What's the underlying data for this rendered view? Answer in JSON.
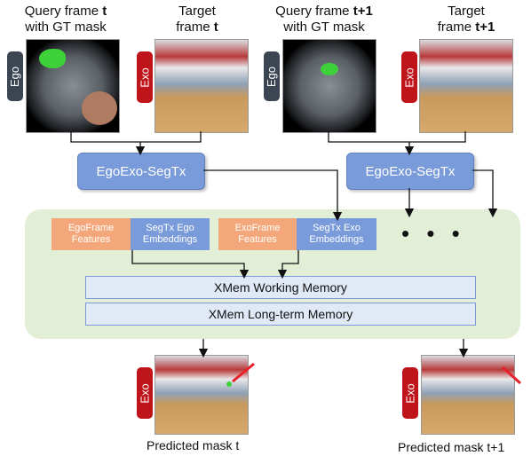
{
  "frames": [
    {
      "title_line1": "Query frame ",
      "title_bold1": "t",
      "title_line2": "with GT mask",
      "tag": "Ego"
    },
    {
      "title_line1": "Target",
      "title_line2": "frame ",
      "title_bold2": "t",
      "tag": "Exo"
    },
    {
      "title_line1": "Query frame ",
      "title_bold1": "t+1",
      "title_line2": "with GT mask",
      "tag": "Ego"
    },
    {
      "title_line1": "Target",
      "title_line2": "frame ",
      "title_bold2": "t+1",
      "tag": "Exo"
    }
  ],
  "segtx": {
    "left_label": "EgoExo-SegTx",
    "right_label": "EgoExo-SegTx"
  },
  "features": {
    "ego_frame": "EgoFrame Features",
    "segtx_ego": "SegTx Ego Embeddings",
    "exo_frame": "ExoFrame Features",
    "segtx_exo": "SegTx Exo Embeddings",
    "ellipsis": "• • •"
  },
  "memory": {
    "working": "XMem Working Memory",
    "long_term": "XMem Long-term Memory"
  },
  "outputs": [
    {
      "tag": "Exo",
      "caption": "Predicted mask t"
    },
    {
      "tag": "Exo",
      "caption": "Predicted mask t+1"
    }
  ],
  "colors": {
    "ego_tag": "#3c4552",
    "exo_tag": "#c0141b",
    "segtx": "#7a9bd9",
    "panel": "#e3eed7",
    "feature_orange": "#f4a77a",
    "mask_green": "#3fd13a",
    "mask_red": "#e8202a"
  }
}
